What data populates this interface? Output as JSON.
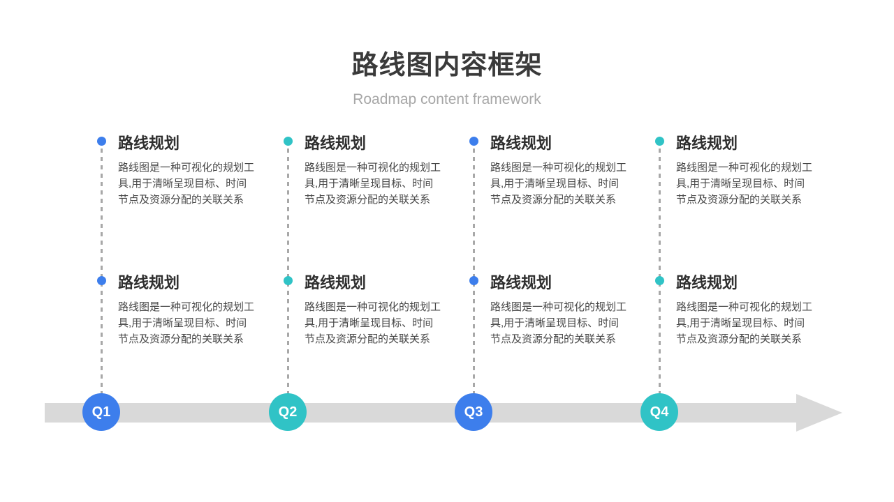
{
  "header": {
    "title": "路线图内容框架",
    "subtitle": "Roadmap content framework"
  },
  "colors": {
    "blue": "#3d7eec",
    "teal": "#30c3c6",
    "arrow_gray": "#d9d9d9",
    "dashed_line_gray": "#a8a8a8",
    "title_text": "#3a3a3a",
    "subtitle_text": "#a7a7a7",
    "heading_text": "#2f2f2f",
    "body_text": "#474747"
  },
  "columns": [
    {
      "marker": {
        "label": "Q1",
        "color": "#3d7eec"
      },
      "entries": [
        {
          "heading": "路线规划",
          "body": "路线图是一种可视化的规划工\n具,用于清晰呈现目标、时间\n节点及资源分配的关联关系"
        },
        {
          "heading": "路线规划",
          "body": "路线图是一种可视化的规划工\n具,用于清晰呈现目标、时间\n节点及资源分配的关联关系"
        }
      ]
    },
    {
      "marker": {
        "label": "Q2",
        "color": "#30c3c6"
      },
      "entries": [
        {
          "heading": "路线规划",
          "body": "路线图是一种可视化的规划工\n具,用于清晰呈现目标、时间\n节点及资源分配的关联关系"
        },
        {
          "heading": "路线规划",
          "body": "路线图是一种可视化的规划工\n具,用于清晰呈现目标、时间\n节点及资源分配的关联关系"
        }
      ]
    },
    {
      "marker": {
        "label": "Q3",
        "color": "#3d7eec"
      },
      "entries": [
        {
          "heading": "路线规划",
          "body": "路线图是一种可视化的规划工\n具,用于清晰呈现目标、时间\n节点及资源分配的关联关系"
        },
        {
          "heading": "路线规划",
          "body": "路线图是一种可视化的规划工\n具,用于清晰呈现目标、时间\n节点及资源分配的关联关系"
        }
      ]
    },
    {
      "marker": {
        "label": "Q4",
        "color": "#30c3c6"
      },
      "entries": [
        {
          "heading": "路线规划",
          "body": "路线图是一种可视化的规划工\n具,用于清晰呈现目标、时间\n节点及资源分配的关联关系"
        },
        {
          "heading": "路线规划",
          "body": "路线图是一种可视化的规划工\n具,用于清晰呈现目标、时间\n节点及资源分配的关联关系"
        }
      ]
    }
  ]
}
